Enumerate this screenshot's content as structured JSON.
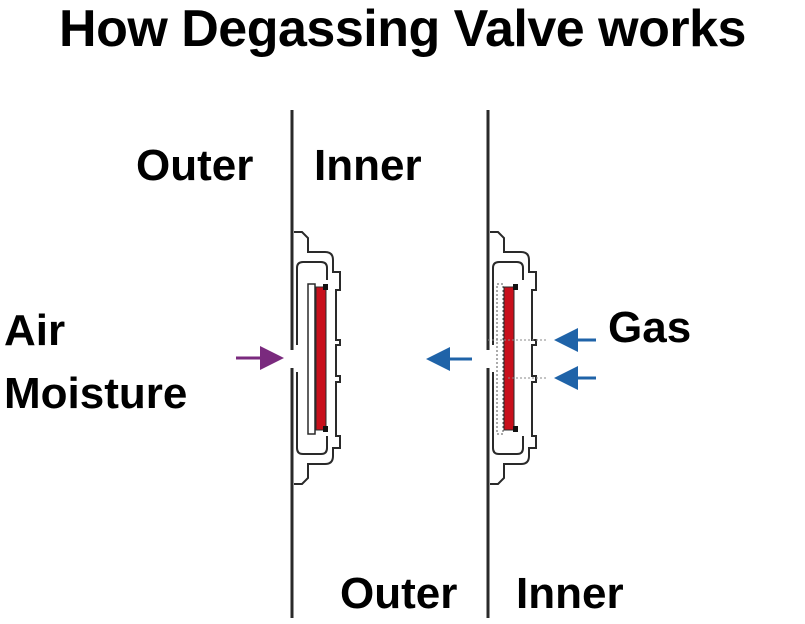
{
  "title": "How Degassing Valve works",
  "left_valve": {
    "outer_label": "Outer",
    "inner_label": "Inner",
    "side_label_line1": "Air",
    "side_label_line2": "Moisture"
  },
  "right_valve": {
    "outer_label": "Outer",
    "inner_label": "Inner",
    "side_label": "Gas"
  },
  "colors": {
    "seal": "#c8101c",
    "air_arrow": "#7a2a7e",
    "gas_arrow": "#1f63a8",
    "outline": "#2a2a2a"
  }
}
